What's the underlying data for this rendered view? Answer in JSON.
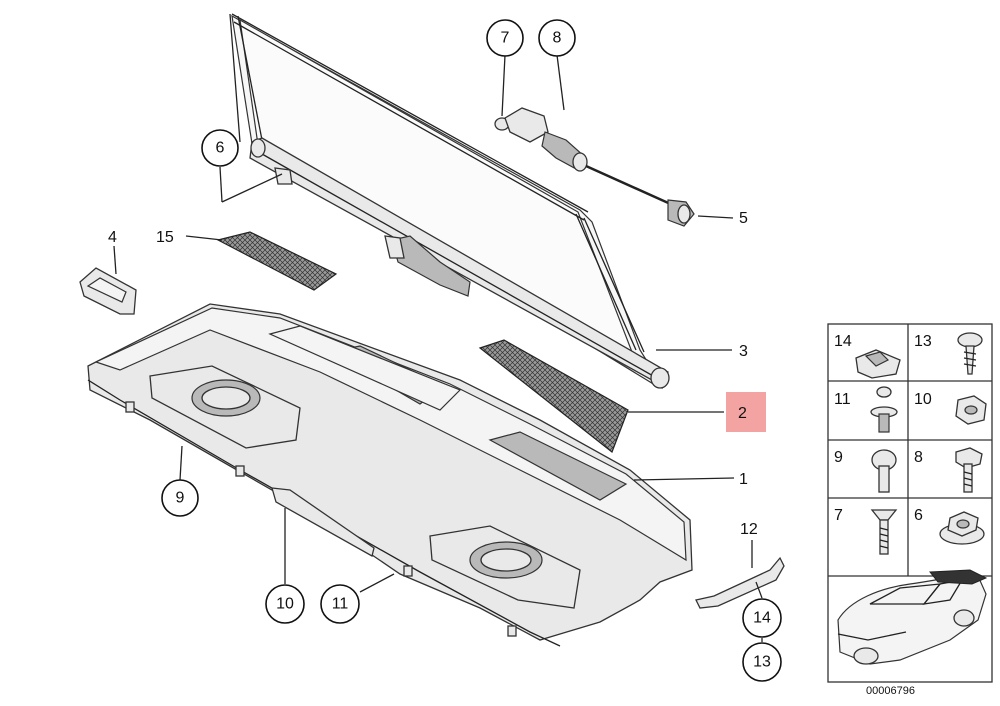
{
  "callouts_circled": [
    {
      "id": "c7",
      "num": "7"
    },
    {
      "id": "c8",
      "num": "8"
    },
    {
      "id": "c6",
      "num": "6"
    },
    {
      "id": "c9",
      "num": "9"
    },
    {
      "id": "c10",
      "num": "10"
    },
    {
      "id": "c11",
      "num": "11"
    },
    {
      "id": "c14",
      "num": "14"
    },
    {
      "id": "c13",
      "num": "13"
    }
  ],
  "callouts_plain": [
    {
      "id": "p4",
      "num": "4"
    },
    {
      "id": "p15",
      "num": "15"
    },
    {
      "id": "p5",
      "num": "5"
    },
    {
      "id": "p3",
      "num": "3"
    },
    {
      "id": "p2",
      "num": "2"
    },
    {
      "id": "p1",
      "num": "1"
    },
    {
      "id": "p12",
      "num": "12"
    }
  ],
  "highlight_color": "#f4a3a3",
  "hardware_grid": [
    {
      "num": "14",
      "icon": "clip-nut-icon"
    },
    {
      "num": "13",
      "icon": "screw-icon"
    },
    {
      "num": "11",
      "icon": "expanding-rivet-icon"
    },
    {
      "num": "10",
      "icon": "hex-nut-icon"
    },
    {
      "num": "9",
      "icon": "plastic-rivet-icon"
    },
    {
      "num": "8",
      "icon": "hex-bolt-icon"
    },
    {
      "num": "7",
      "icon": "countersunk-bolt-icon"
    },
    {
      "num": "6",
      "icon": "collar-nut-icon"
    }
  ],
  "drawing_number": "00006796"
}
